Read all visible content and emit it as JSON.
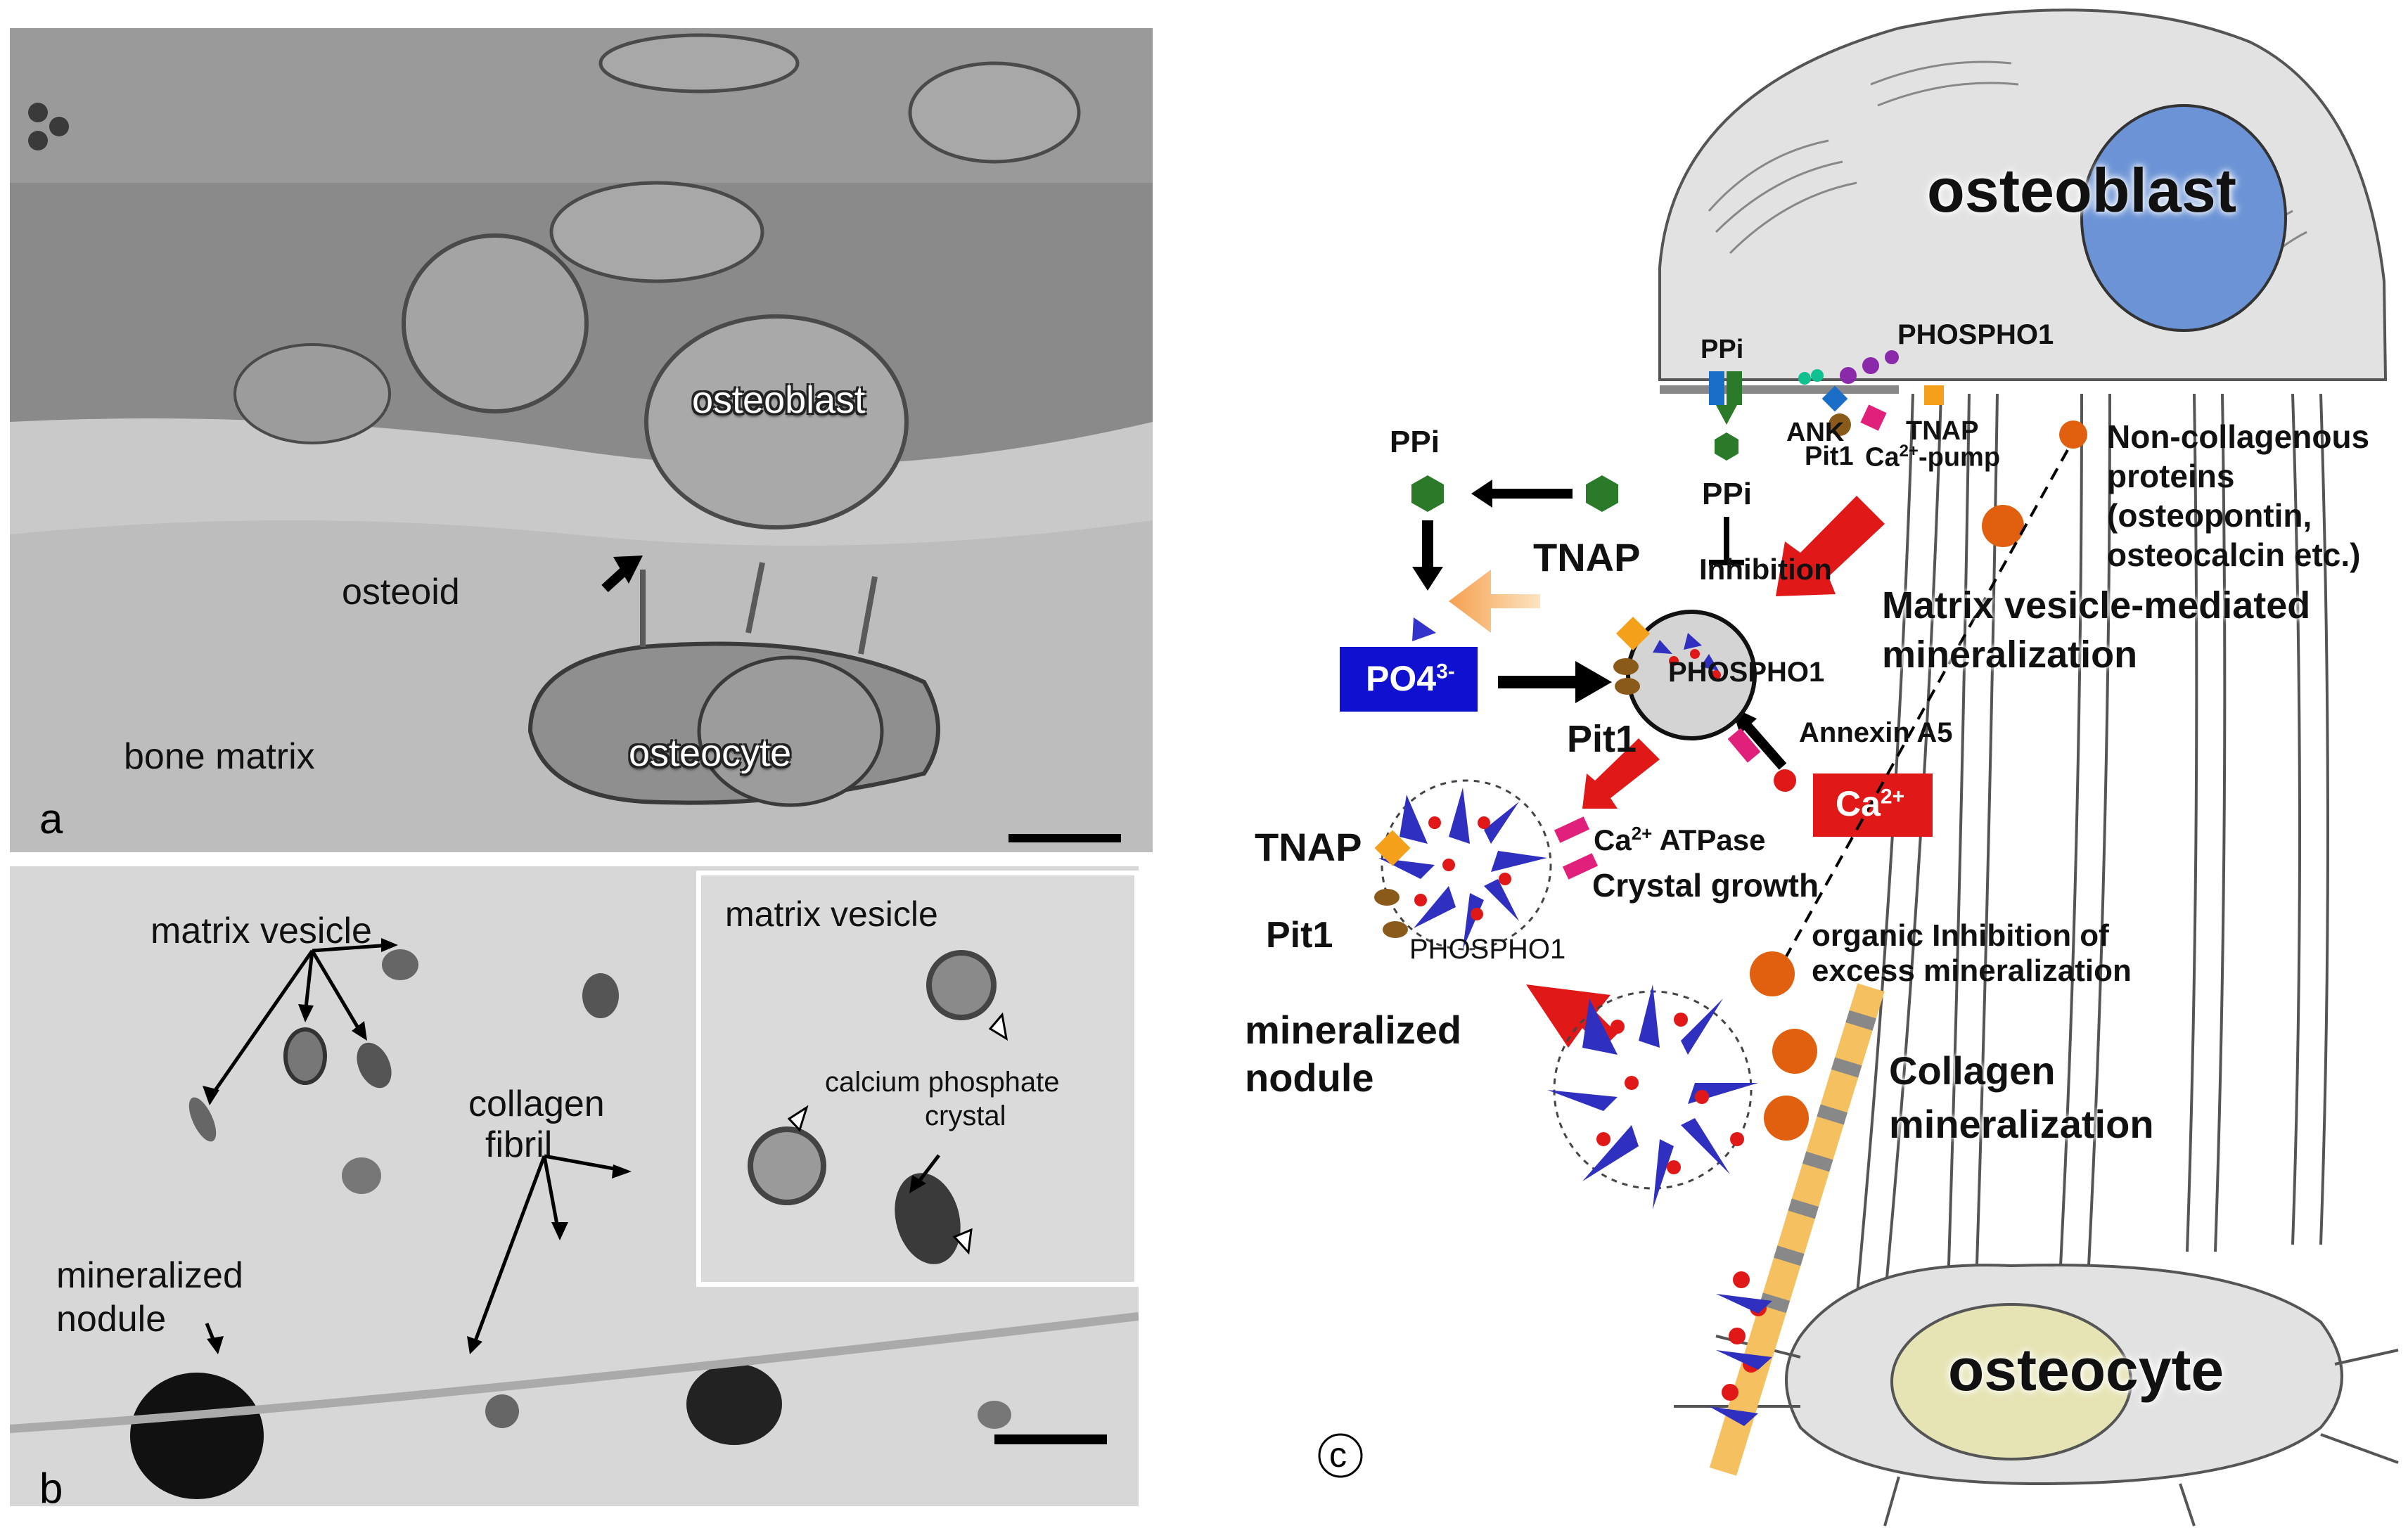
{
  "panel_a": {
    "letter": "a",
    "labels": {
      "osteoblast": "osteoblast",
      "osteoid": "osteoid",
      "osteocyte": "osteocyte",
      "bone_matrix": "bone matrix"
    }
  },
  "panel_b": {
    "letter": "b",
    "labels": {
      "matrix_vesicle": "matrix vesicle",
      "collagen_fibril_line1": "collagen",
      "collagen_fibril_line2": "fibril",
      "mineralized_nodule_line1": "mineralized",
      "mineralized_nodule_line2": "nodule"
    },
    "inset": {
      "title": "matrix vesicle",
      "crystal_line1": "calcium phosphate",
      "crystal_line2": "crystal"
    }
  },
  "panel_c": {
    "letter": "c",
    "cells": {
      "osteoblast": "osteoblast",
      "osteocyte": "osteocyte"
    },
    "membrane": {
      "ppi_top": "PPi",
      "ank": "ANK",
      "phospho1_top": "PHOSPHO1",
      "tnap_top": "TNAP",
      "pit1_top": "Pit1",
      "ca_pump": "Ca",
      "ca_pump_sup": "2+",
      "ca_pump_suffix": "-pump"
    },
    "ppi_left": "PPi",
    "ppi_mid": "PPi",
    "inhibition": "Inhibition",
    "tnap_mid": "TNAP",
    "po4_box": "PO4",
    "po4_sup": "3-",
    "phospho1_vesicle": "PHOSPHO1",
    "pit1_vesicle": "Pit1",
    "annexin": "Annexin A5",
    "ca_box": "Ca",
    "ca_box_sup": "2+",
    "tnap_low": "TNAP",
    "pit1_low": "Pit1",
    "phospho1_low": "PHOSPHO1",
    "ca_atpase": "Ca",
    "ca_atpase_sup": "2+",
    "ca_atpase_suffix": " ATPase",
    "crystal_growth": "Crystal growth",
    "mineralized_nodule_line1": "mineralized",
    "mineralized_nodule_line2": "nodule",
    "ncp_line1": "Non-collagenous",
    "ncp_line2": "proteins",
    "ncp_line3": "(osteopontin,",
    "ncp_line4": "osteocalcin etc.)",
    "mvm_line1": "Matrix vesicle-mediated",
    "mvm_line2": "mineralization",
    "organic_line1": "organic Inhibition of",
    "organic_line2": "excess mineralization",
    "collagen_line1": "Collagen",
    "collagen_line2": "mineralization"
  },
  "colors": {
    "po4_box": "#1010d0",
    "ca_box": "#e01818",
    "nucleus_osteoblast": "#6b93d6",
    "nucleus_osteocyte": "#e6e4b4",
    "ncp_orange": "#e06010",
    "tnap_orange": "#f5a01a",
    "ppi_green": "#2a7a2a",
    "collagen_stripe": "#f5c060"
  }
}
